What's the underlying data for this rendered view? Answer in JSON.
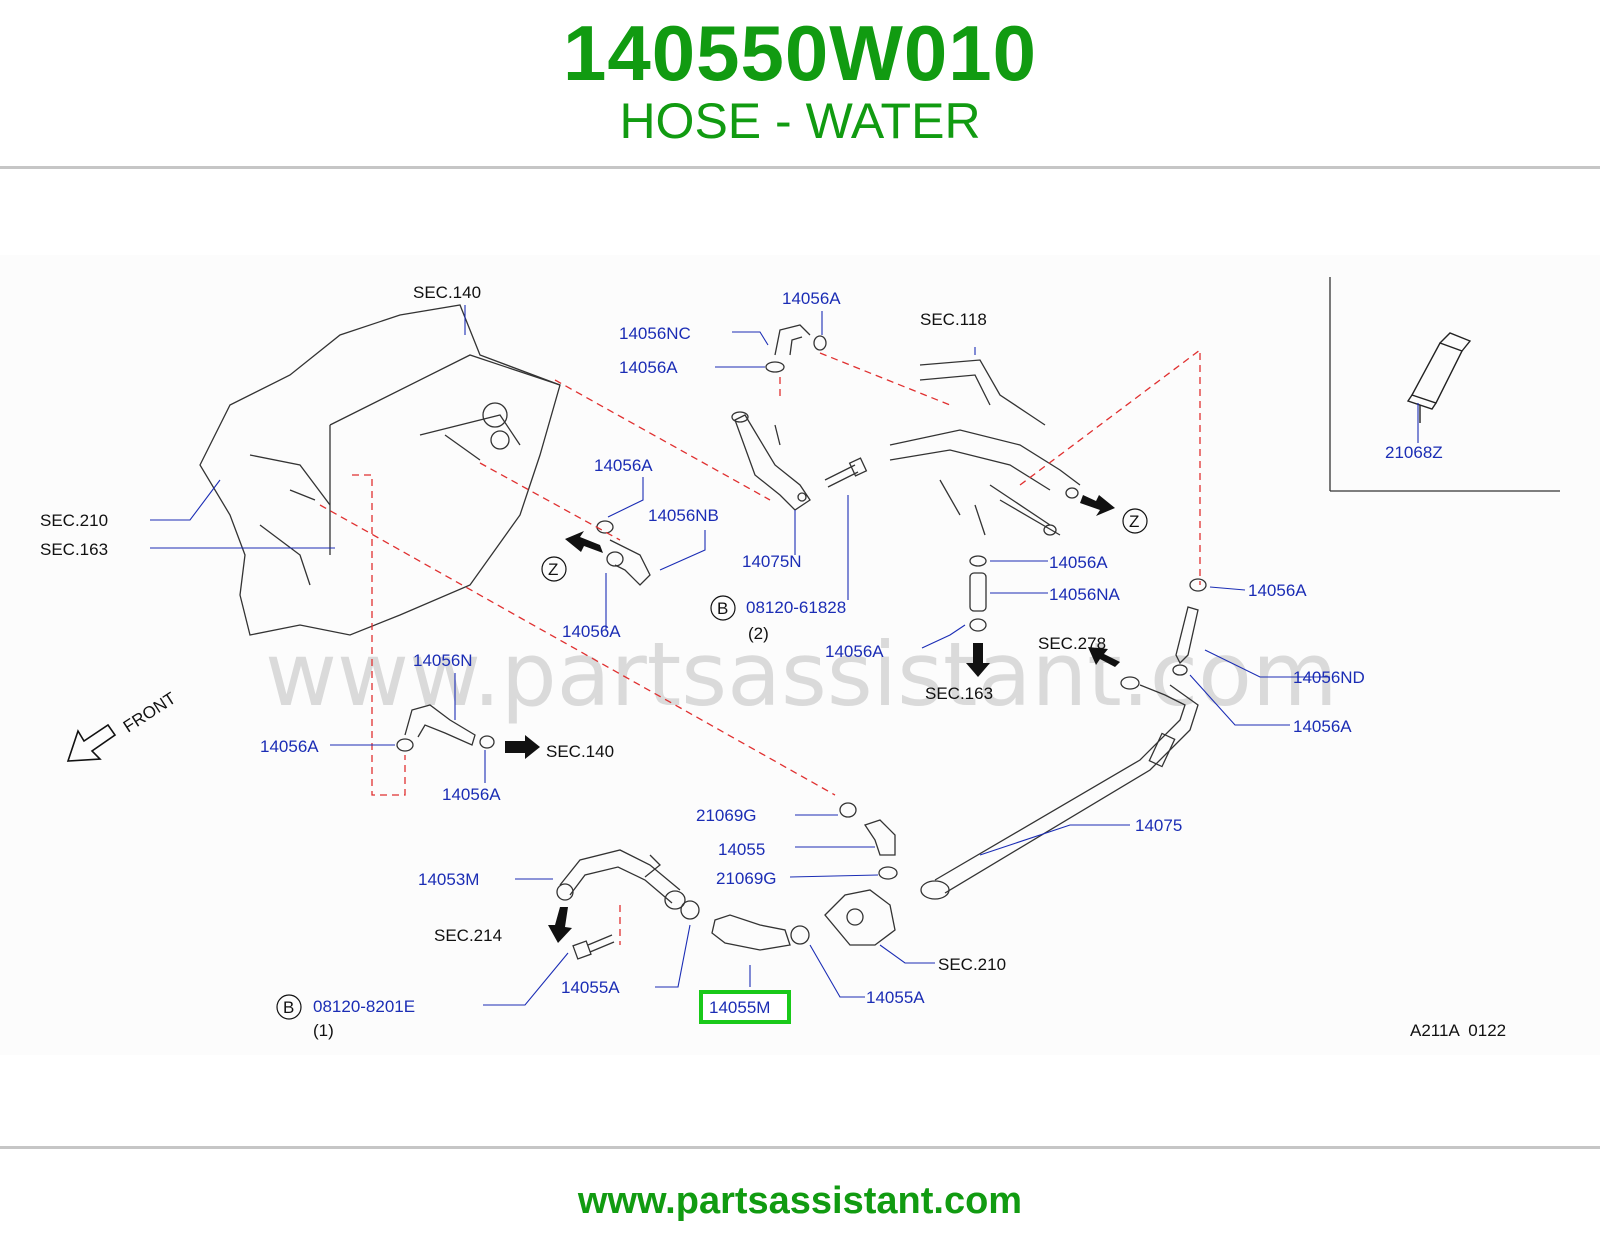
{
  "header": {
    "part_number": "140550W010",
    "part_name": "HOSE - WATER"
  },
  "footer": {
    "url": "www.partsassistant.com"
  },
  "watermark": "www.partsassistant.com",
  "colors": {
    "brand_green": "#119b11",
    "label_blue": "#1b2db5",
    "dashed_red": "#e03030",
    "highlight_green": "#19c919"
  },
  "diagram": {
    "labels": {
      "sec140_top": "SEC.140",
      "sec118": "SEC.118",
      "sec210_left": "SEC.210",
      "sec163_left": "SEC.163",
      "p14056A_1": "14056A",
      "p14056NC": "14056NC",
      "p14056A_2": "14056A",
      "p14056A_3": "14056A",
      "p14056NB": "14056NB",
      "z_left": "Z",
      "p14056A_4": "14056A",
      "p14075N": "14075N",
      "bolt_b1_mark": "B",
      "bolt_b1_part": "08120-61828",
      "bolt_b1_qty": "(2)",
      "z_right": "Z",
      "p14056A_5": "14056A",
      "p14056NA": "14056NA",
      "p14056A_6": "14056A",
      "sec163_mid": "SEC.163",
      "p14056A_7": "14056A",
      "sec278": "SEC.278",
      "p14056ND": "14056ND",
      "p14056A_8": "14056A",
      "p21068Z": "21068Z",
      "front": "FRONT",
      "p14056N": "14056N",
      "p14056A_9": "14056A",
      "sec140_mid": "SEC.140",
      "p14056A_10": "14056A",
      "p21069G_1": "21069G",
      "p14055": "14055",
      "p21069G_2": "21069G",
      "p14075": "14075",
      "p14053M": "14053M",
      "sec214": "SEC.214",
      "p14055A_1": "14055A",
      "p14055M": "14055M",
      "p14055A_2": "14055A",
      "sec210_bottom": "SEC.210",
      "bolt_b2_mark": "B",
      "bolt_b2_part": "08120-8201E",
      "bolt_b2_qty": "(1)",
      "diagram_code": "A211A  0122"
    }
  }
}
